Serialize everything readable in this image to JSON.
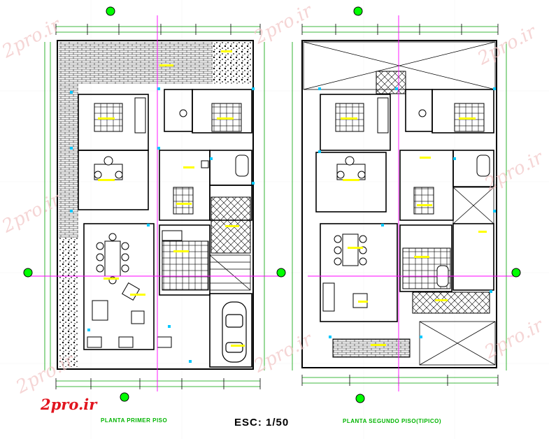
{
  "drawing": {
    "label_first_floor": "PLANTA PRIMER PISO",
    "label_second_floor": "PLANTA SEGUNDO PISO(TIPICO)",
    "scale_text": "ESC: 1/50",
    "logo_text": "2pro.ir",
    "watermark_text": "2pro.ir"
  },
  "colors": {
    "wall": "#000000",
    "dimension": "#00a000",
    "marker": "#ffff00",
    "axis": "#ff00ff",
    "fixture": "#00c8ff",
    "logo": "#e1141e",
    "label": "#00b400"
  }
}
